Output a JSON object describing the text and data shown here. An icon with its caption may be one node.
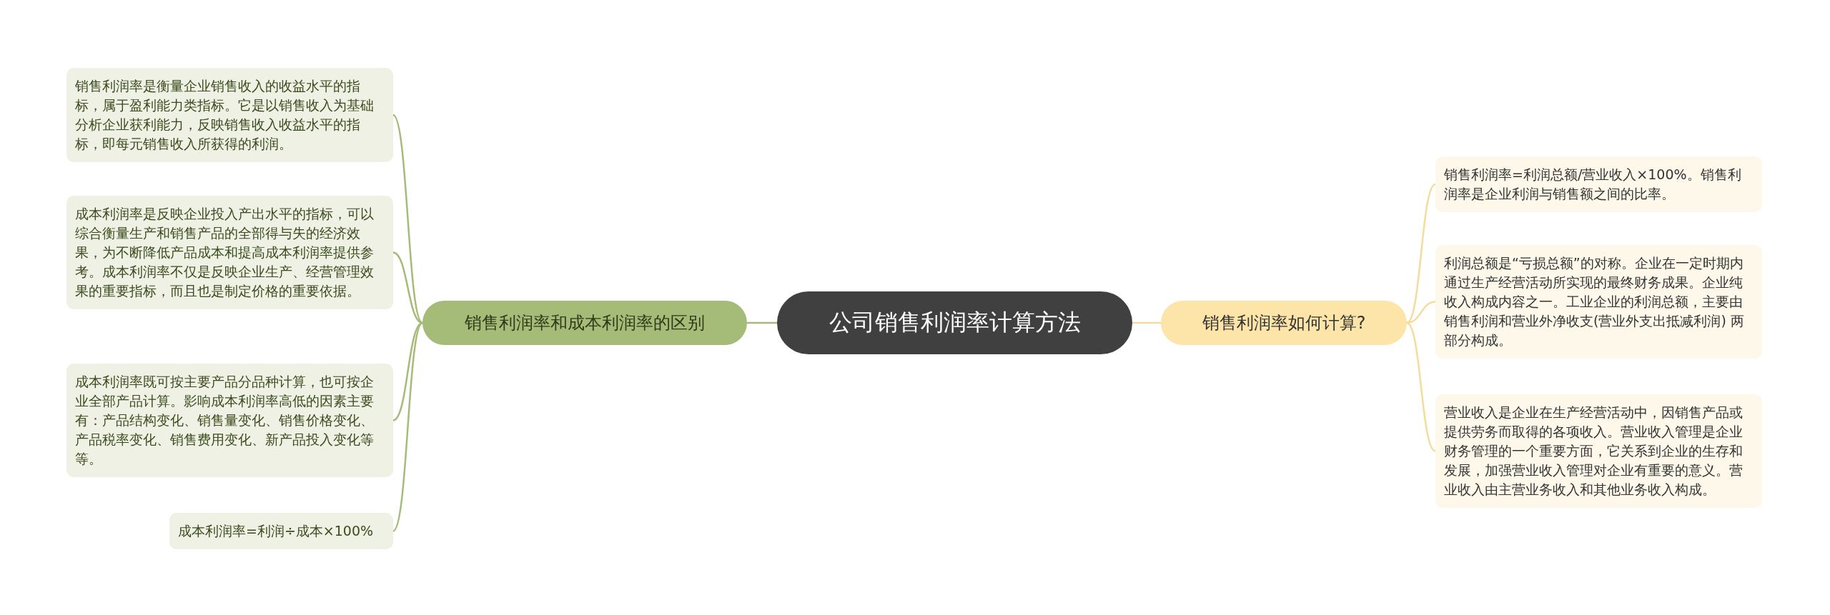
{
  "diagram": {
    "nodes": [
      {
        "text": [
          "公司销售利润率计算方法"
        ]
      },
      {
        "text": [
          "销售利润率和成本利润率的区别"
        ]
      },
      {
        "text": [
          "销售利润率是衡量企业销售收入的收益水平的指标，属于盈利能力类指标。它是以销售收入为基础分析企业获利能力，反映销售收入收益水平的指标，即每元销售收入所获得的利润。"
        ]
      },
      {
        "text": [
          "成本利润率是反映企业投入产出水平的指标，可以综合衡量生产和销售产品的全部得与失的经济效果，为不断降低产品成本和提高成本利润率提供参考。成本利润率不仅是反映企业生产、经营管理效果的重要指标，而且也是制定价格的重要依据。"
        ]
      },
      {
        "text": [
          "成本利润率既可按主要产品分品种计算，也可按企业全部产品计算。影响成本利润率高低的因素主要有：产品结构变化、销售量变化、销售价格变化、产品税率变化、销售费用变化、新产品投入变化等等。"
        ]
      },
      {
        "text": [
          "成本利润率=利润÷成本×100%"
        ]
      },
      {
        "text": [
          "销售利润率如何计算?"
        ]
      },
      {
        "text": [
          "销售利润率=利润总额/营业收入×100%。销售利润率是企业利润与销售额之间的比率。"
        ]
      },
      {
        "text": [
          "利润总额是“亏损总额”的对称。企业在一定时期内通过生产经营活动所实现的最终财务成果。企业纯收入构成内容之一。工业企业的利润总额，主要由销售利润和营业外净收支(营业外支出抵减利润) 两部分构成。"
        ]
      },
      {
        "text": [
          "营业收入是企业在生产经营活动中，因销售产品或提供劳务而取得的各项收入。营业收入管理是企业财务管理的一个重要方面，它关系到企业的生存和发展，加强营业收入管理对企业有重要的意义。营业收入由主营业务收入和其他业务收入构成。"
        ]
      }
    ],
    "edges": [
      {
        "from": 0,
        "to": 1,
        "arrow": "none"
      },
      {
        "from": 1,
        "to": 2,
        "arrow": "none"
      },
      {
        "from": 1,
        "to": 3,
        "arrow": "none"
      },
      {
        "from": 1,
        "to": 4,
        "arrow": "none"
      },
      {
        "from": 1,
        "to": 5,
        "arrow": "none"
      },
      {
        "from": 0,
        "to": 6,
        "arrow": "none",
        "color": "#f6dc9c"
      },
      {
        "from": 6,
        "to": 7,
        "arrow": "none",
        "color": "#f6dc9c"
      },
      {
        "from": 6,
        "to": 8,
        "arrow": "none",
        "color": "#f6dc9c"
      },
      {
        "from": 6,
        "to": 9,
        "arrow": "none",
        "color": "#f6dc9c"
      }
    ]
  }
}
